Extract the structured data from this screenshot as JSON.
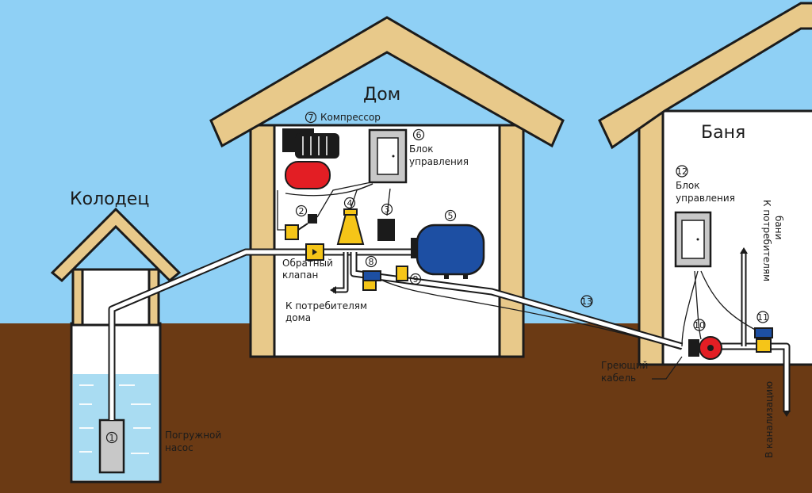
{
  "titles": {
    "well": "Колодец",
    "house": "Дом",
    "bathhouse": "Баня"
  },
  "components": {
    "pump": {
      "num": "1",
      "label": [
        "Погружной",
        "насос"
      ]
    },
    "relay": {
      "num": "2"
    },
    "gauge": {
      "num": "3"
    },
    "filter": {
      "num": "4"
    },
    "tank": {
      "num": "5"
    },
    "control_house": {
      "num": "6",
      "label": [
        "Блок",
        "управления"
      ]
    },
    "compressor": {
      "num": "7",
      "label": [
        "Компрессор"
      ]
    },
    "valve_house": {
      "num": "8"
    },
    "sensor": {
      "num": "9"
    },
    "bath_pump": {
      "num": "10"
    },
    "valve_bath": {
      "num": "11"
    },
    "control_bath": {
      "num": "12",
      "label": [
        "Блок",
        "управления"
      ]
    },
    "pipe": {
      "num": "13"
    }
  },
  "labels": {
    "check_valve": [
      "Обратный",
      "клапан"
    ],
    "house_consumers": [
      "К потребителям",
      "дома"
    ],
    "bath_consumers": [
      "К потребителям",
      "бани"
    ],
    "heating_cable": [
      "Греющий",
      "кабель"
    ],
    "sewer": "В канализацию"
  },
  "colors": {
    "sky": "#8fd0f5",
    "ground": "#6b3a14",
    "wall": "#ffffff",
    "wood": "#e8c98a",
    "water": "#a9dcf2",
    "yellow": "#f5c518",
    "red": "#e31e24",
    "blue": "#1d4fa3",
    "grey": "#c8c8c8"
  }
}
